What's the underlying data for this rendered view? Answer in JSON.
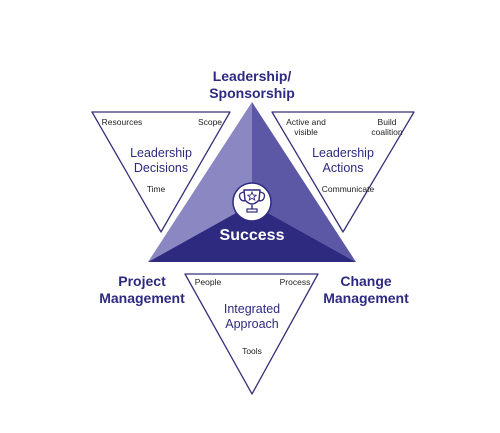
{
  "title": {
    "line1": "Leadership/",
    "line2": "Sponsorship"
  },
  "center_label": "Success",
  "corners": {
    "left": {
      "line1": "Project",
      "line2": "Management"
    },
    "right": {
      "line1": "Change",
      "line2": "Management"
    }
  },
  "panels": {
    "decisions": {
      "title_line1": "Leadership",
      "title_line2": "Decisions",
      "items": [
        "Resources",
        "Scope",
        "Time"
      ]
    },
    "actions": {
      "title_line1": "Leadership",
      "title_line2": "Actions",
      "item1_line1": "Active and",
      "item1_line2": "visible",
      "item2_line1": "Build",
      "item2_line2": "coalition",
      "item3": "Communicate"
    },
    "integrated": {
      "title_line1": "Integrated",
      "title_line2": "Approach",
      "items": [
        "People",
        "Process",
        "Tools"
      ]
    }
  },
  "icon": "trophy-icon",
  "colors": {
    "navy": "#2e2a80",
    "left_face": "#8a87c2",
    "right_face": "#5c58a6",
    "bottom_face": "#2e2a80",
    "outline": "#36327a"
  }
}
